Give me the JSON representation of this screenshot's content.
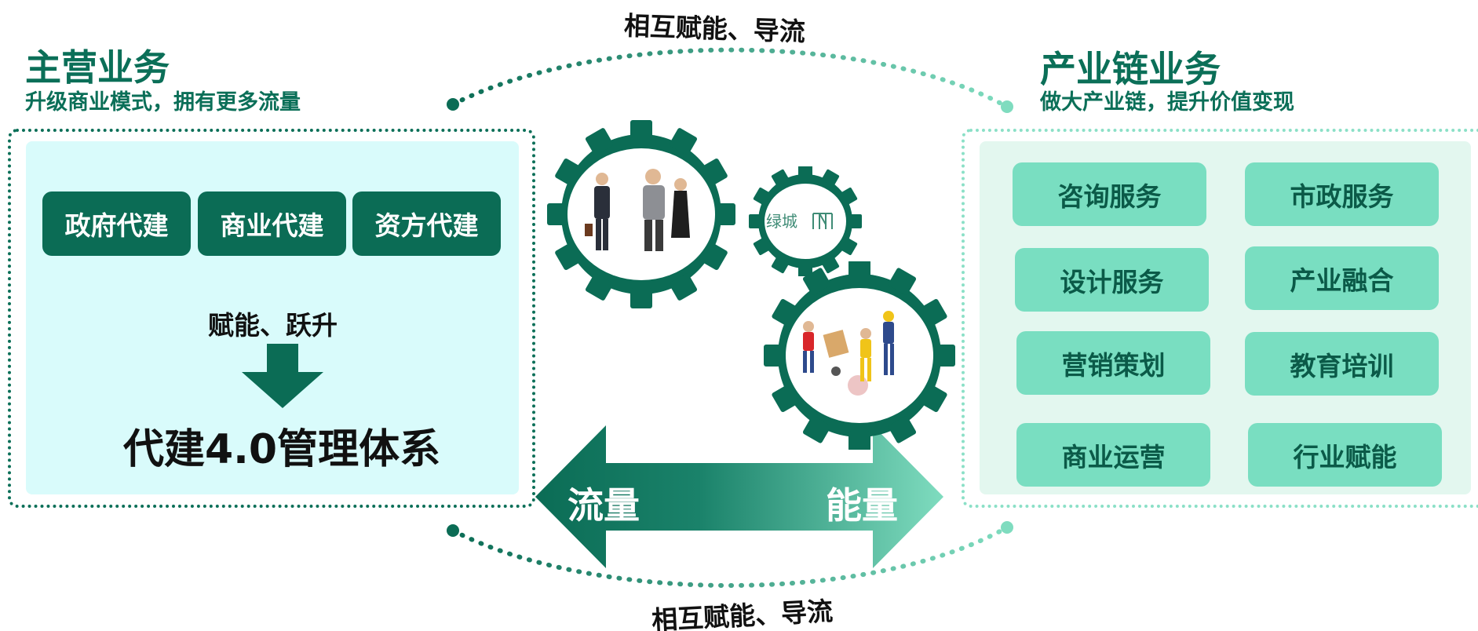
{
  "main_business": {
    "title": "主营业务",
    "subtitle": "升级商业模式，拥有更多流量",
    "buttons": [
      "政府代建",
      "商业代建",
      "资方代建"
    ],
    "empower_text": "赋能、跃升",
    "system_text": "代建4.0管理体系"
  },
  "chain_business": {
    "title": "产业链业务",
    "subtitle": "做大产业链，提升价值变现",
    "services": [
      "咨询服务",
      "市政服务",
      "设计服务",
      "产业融合",
      "营销策划",
      "教育培训",
      "商业运营",
      "行业赋能"
    ]
  },
  "arcs": {
    "top_label": "相互赋能、导流",
    "bottom_label": "相互赋能、导流"
  },
  "center": {
    "logo_text": "绿城",
    "flow_left": "流量",
    "flow_right": "能量"
  },
  "colors": {
    "dark_green": "#0b6c55",
    "mint": "#79dec1",
    "light_cyan": "#d9fbfb",
    "light_mint": "#e3f7ef"
  }
}
